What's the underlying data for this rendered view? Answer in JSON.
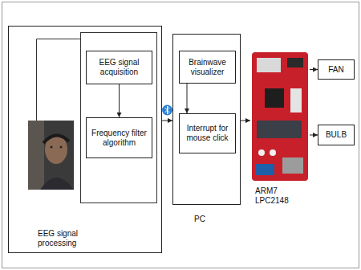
{
  "diagram": {
    "nodes": [
      {
        "text": [
          "EEG signal processing"
        ]
      },
      {
        "text": [
          "EEG signal acquisition"
        ],
        "in": 0
      },
      {
        "text": [
          "Frequency filter algorithm"
        ],
        "in": 0
      },
      {
        "text": [
          "PC"
        ]
      },
      {
        "text": [
          "Brainwave visualizer"
        ],
        "in": 3
      },
      {
        "text": [
          "Interrupt for mouse click"
        ],
        "in": 3
      },
      {
        "text": [
          "ARM7 LPC2148"
        ]
      },
      {
        "text": [
          "FAN"
        ]
      },
      {
        "text": [
          "BULB"
        ]
      }
    ],
    "edges": [
      {
        "from": 1,
        "to": 2,
        "arrow": "to"
      },
      {
        "from": 0,
        "to": 3,
        "arrow": "to"
      },
      {
        "from": 4,
        "to": 5,
        "arrow": "to"
      },
      {
        "from": 3,
        "to": 6,
        "arrow": "to"
      },
      {
        "from": 6,
        "to": 7,
        "arrow": "to"
      },
      {
        "from": 6,
        "to": 8,
        "arrow": "to"
      }
    ]
  }
}
